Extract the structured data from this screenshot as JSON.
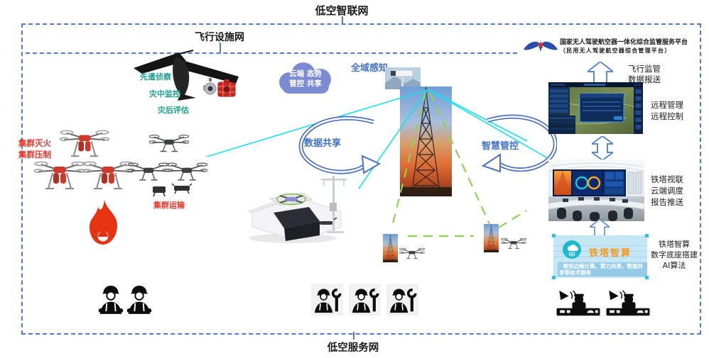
{
  "network": {
    "top_title": "低空智联网",
    "facility_title": "飞行设施网",
    "bottom_title": "低空服务网"
  },
  "drones": {
    "recon_labels": [
      "先遣侦察",
      "灾中监控",
      "灾后评估"
    ],
    "fire_label_1": "集群灭火",
    "fire_label_2": "集群压制",
    "transport_label": "集群运输"
  },
  "cloud": {
    "line1": "云端 态势",
    "line2": "管控 共享"
  },
  "labels": {
    "perception": "全域感知",
    "data_share": "数据共享",
    "smart_control": "智慧管控"
  },
  "platform": {
    "title": "国家无人驾驶航空器一体化综合监管服务平台",
    "subtitle": "（民用无人驾驶航空器综合管理平台）",
    "flight_line1": "飞行监管",
    "flight_line2": "数据报送",
    "remote_line1": "远程管理",
    "remote_line2": "远程控制",
    "video_line1": "铁塔视联",
    "video_line2": "云端调度",
    "video_line3": "报告推送",
    "ai_banner_title": "铁塔智算",
    "ai_banner_desc": "· 提供边缘计算、算力共享、数据共享等技术服务",
    "ai_line1": "铁塔智算",
    "ai_line2": "数字底座搭建",
    "ai_line3": "AI算法"
  },
  "colors": {
    "border_blue": "#4f7ad0",
    "label_blue": "#4472c4",
    "teal_text": "#1b9e8f",
    "red_text": "#e6362b",
    "cyan_line": "#17e0f0",
    "green_dash": "#8ed34f",
    "banner_bg": "#c5e6f4",
    "banner_title": "#f59a23",
    "cloud_fill": "#7c8cd2"
  },
  "icons": [
    "fixed-wing-drone-icon",
    "gimbal-camera-icon",
    "red-camera-icon",
    "fire-drone-icon",
    "transport-drone-icon",
    "flame-icon",
    "cloud-icon",
    "surveillance-camera-icon",
    "tower-photo",
    "drone-dock-icon",
    "mini-tower-photo",
    "mini-drone-icon",
    "caac-wings-logo",
    "up-arrow-icon",
    "up-down-arrow-icon",
    "curved-arrow-icon",
    "control-room-photo",
    "flight-software-screenshot",
    "ai-cloud-icon",
    "builder-icon",
    "repair-worker-icon",
    "operator-console-icon"
  ]
}
